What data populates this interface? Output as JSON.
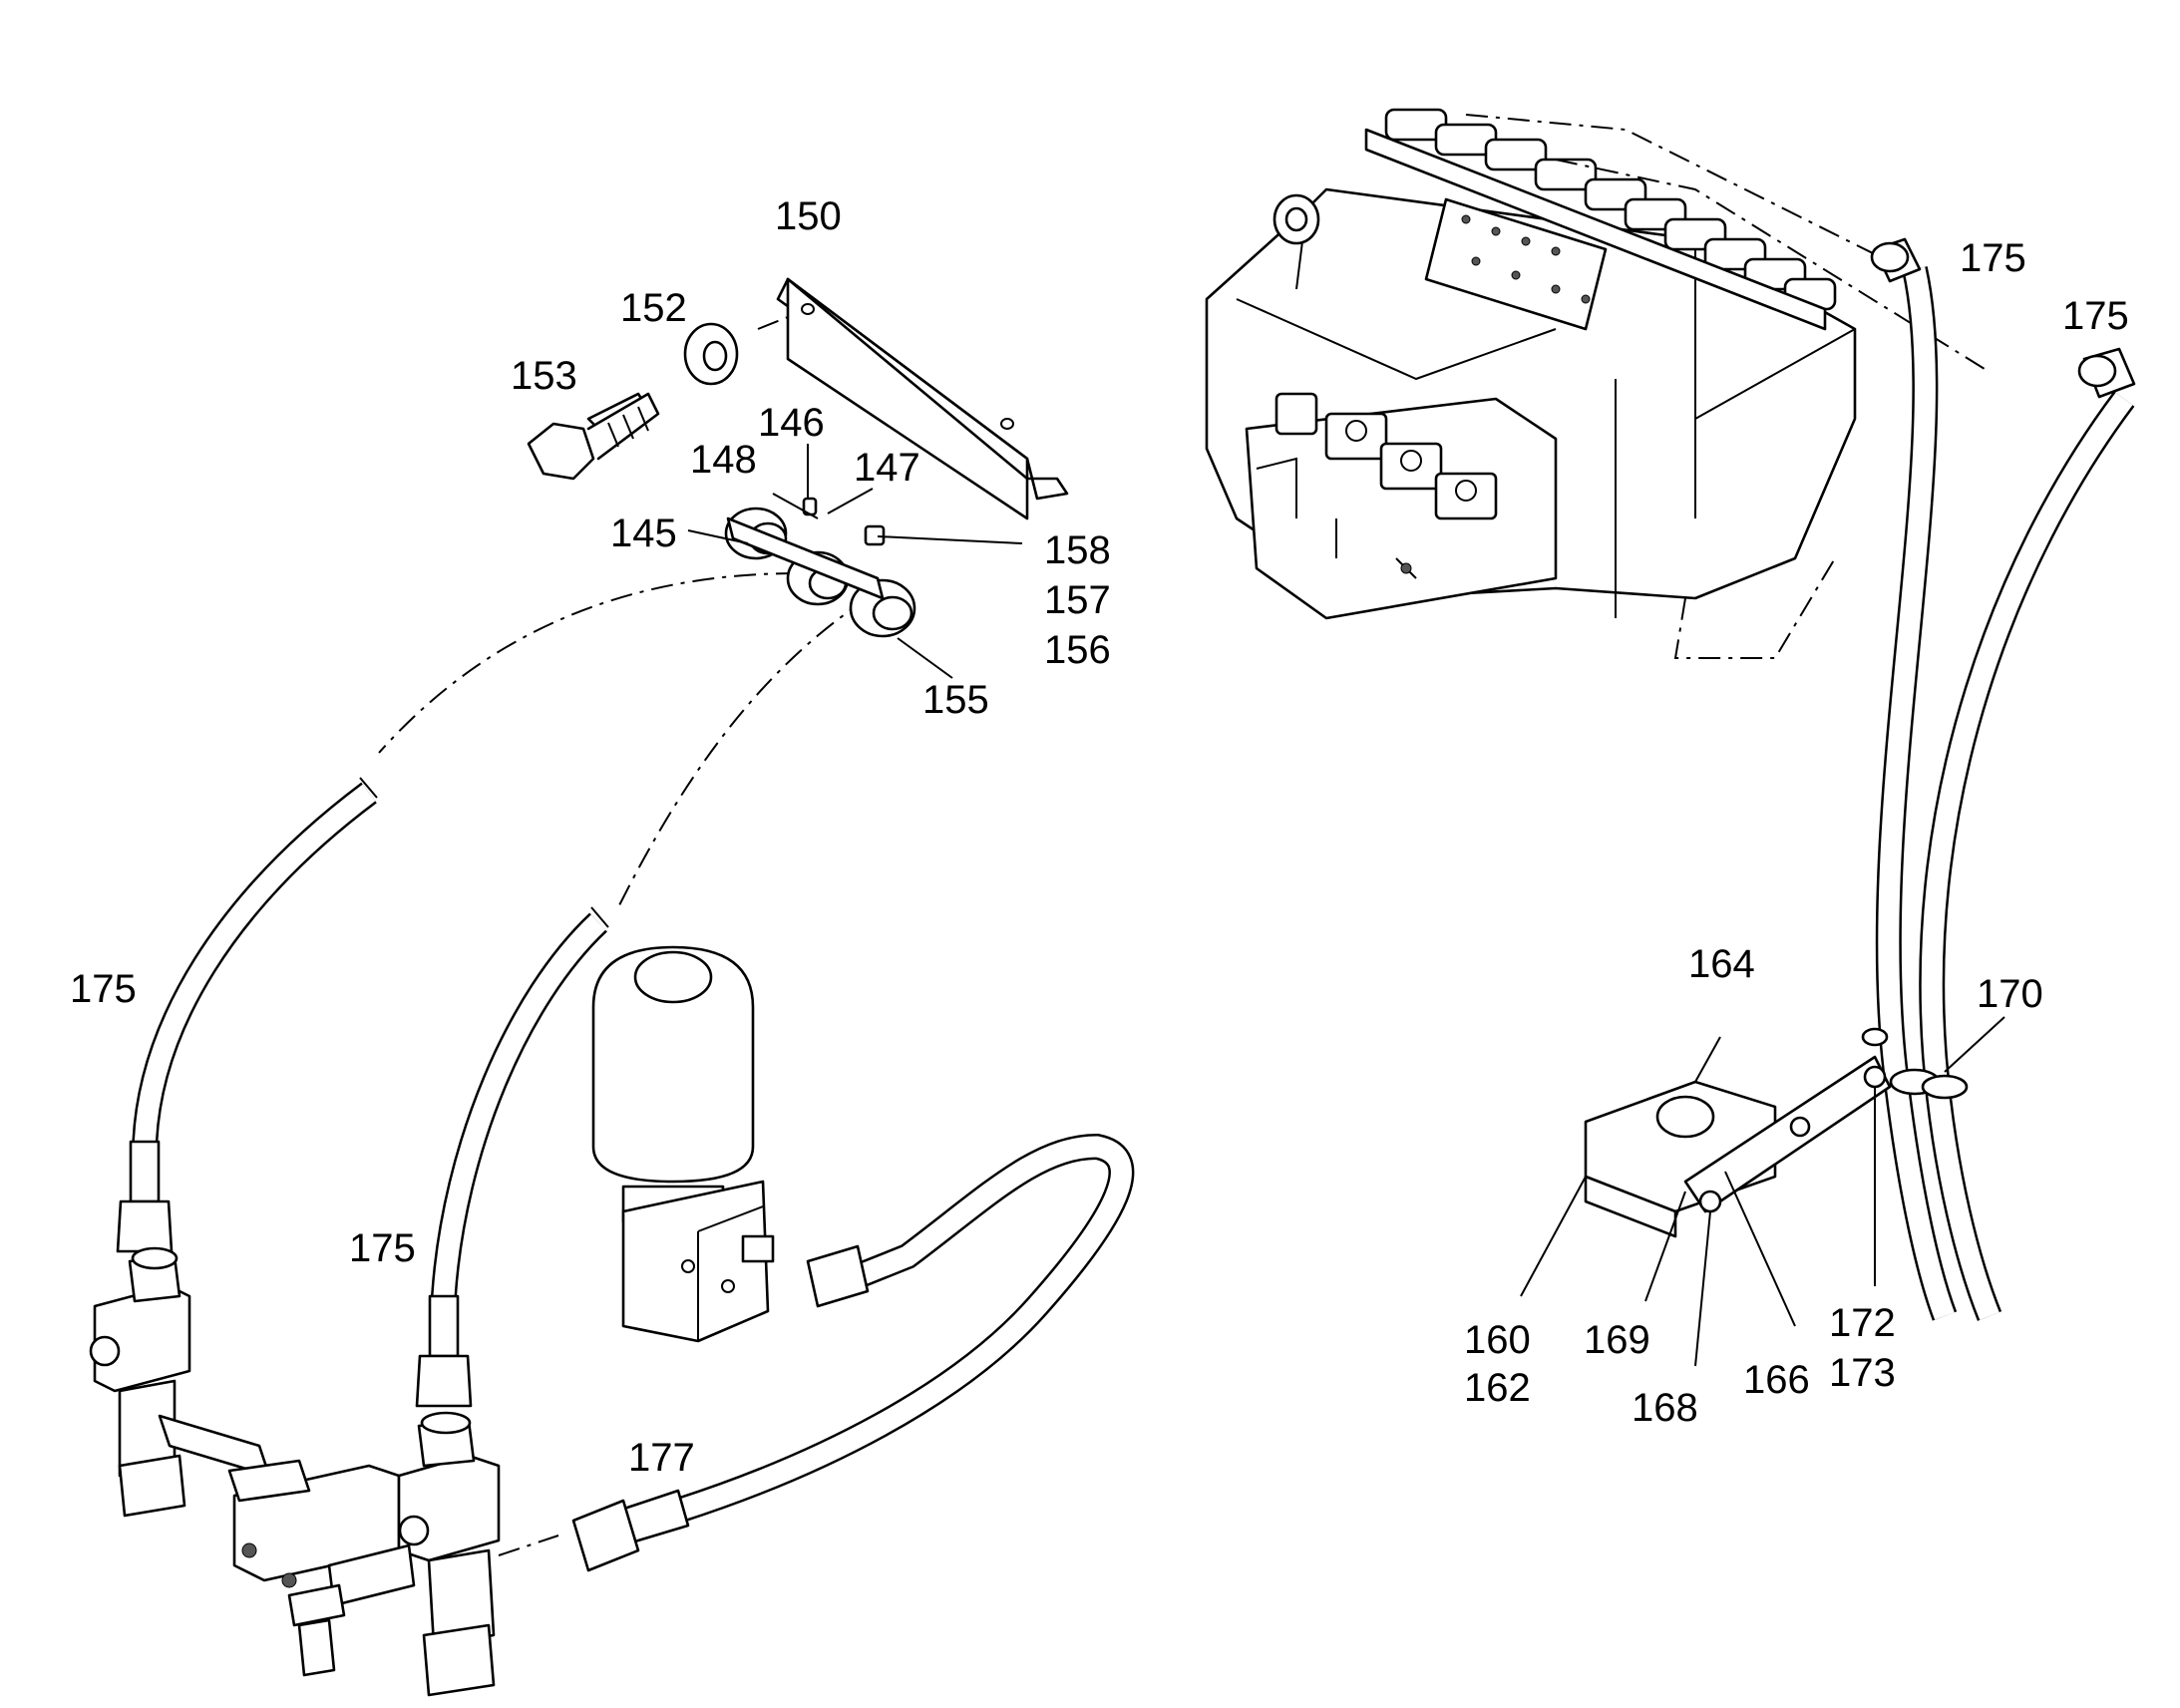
{
  "callouts": {
    "c145": "145",
    "c146": "146",
    "c147": "147",
    "c148": "148",
    "c150": "150",
    "c152": "152",
    "c153": "153",
    "c155": "155",
    "c156": "156",
    "c157": "157",
    "c158": "158",
    "c160": "160",
    "c162": "162",
    "c164": "164",
    "c166": "166",
    "c168": "168",
    "c169": "169",
    "c170": "170",
    "c172": "172",
    "c173": "173",
    "c175a": "175",
    "c175b": "175",
    "c175c": "175",
    "c175d": "175",
    "c177": "177"
  },
  "colors": {
    "line": "#000000",
    "background": "#ffffff"
  }
}
